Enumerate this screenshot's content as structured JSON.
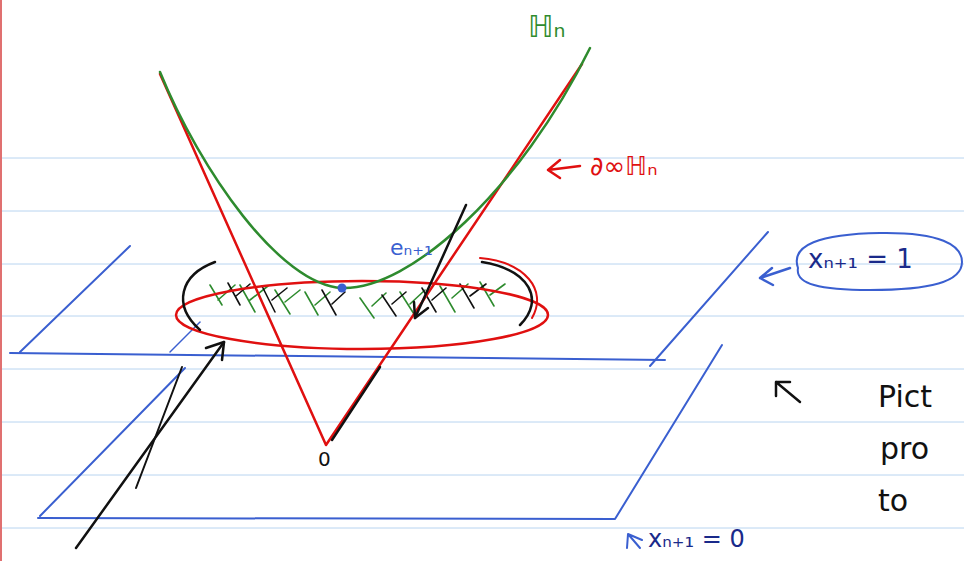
{
  "diagram": {
    "labels": [
      "ℍₙ",
      "∂∞ℍₙ",
      "eₙ₊₁",
      "xₙ₊₁ = 1",
      "0",
      "xₙ₊₁ = 0",
      "Pict",
      "pro",
      "to"
    ]
  }
}
